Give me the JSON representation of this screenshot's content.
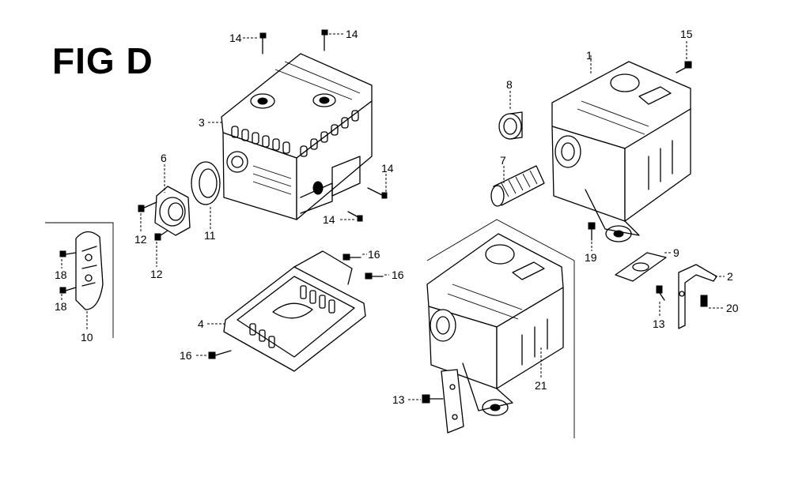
{
  "figure_title": "FIG D",
  "callouts": {
    "c1": "1",
    "c2": "2",
    "c3": "3",
    "c4": "4",
    "c6": "6",
    "c7": "7",
    "c8": "8",
    "c9": "9",
    "c10": "10",
    "c11": "11",
    "c12a": "12",
    "c12b": "12",
    "c13a": "13",
    "c13b": "13",
    "c14a": "14",
    "c14b": "14",
    "c14c": "14",
    "c14d": "14",
    "c15": "15",
    "c16a": "16",
    "c16b": "16",
    "c16c": "16",
    "c18a": "18",
    "c18b": "18",
    "c19": "19",
    "c20": "20",
    "c21": "21"
  }
}
